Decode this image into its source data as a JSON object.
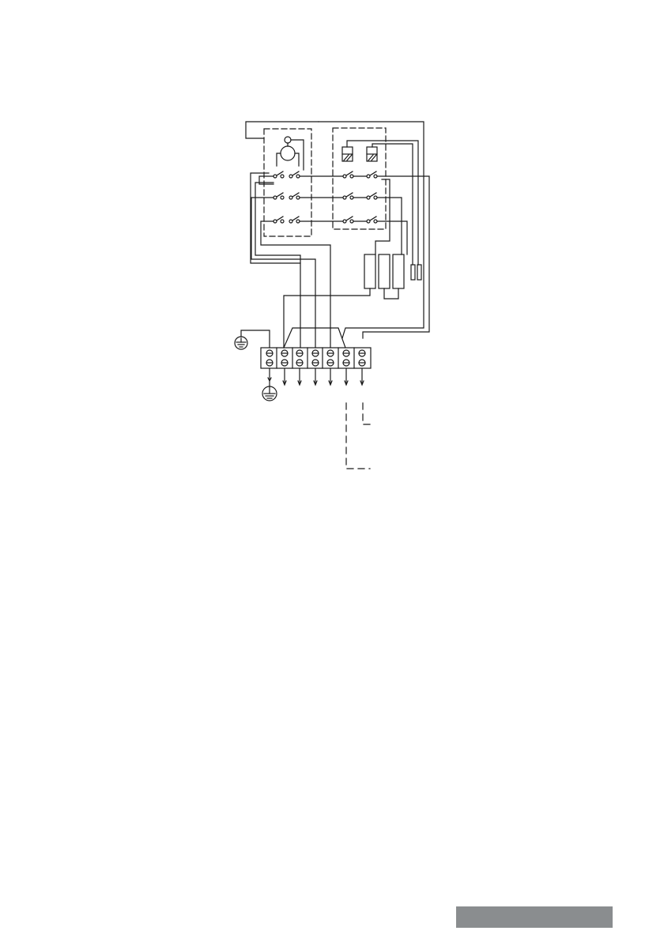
{
  "diagram": {
    "kind": "electrical wiring diagram",
    "components": [
      "motor",
      "thermostat-relay-left",
      "thermostat-relay-right",
      "heating-element",
      "heating-element",
      "heating-element",
      "temperature-sensor",
      "ground-terminal-block",
      "protective-earth",
      "terminal-block-8-way"
    ],
    "colors": {
      "line": "#1a1a1a",
      "page_tab": "#8a8d8f",
      "background": "#ffffff"
    }
  },
  "page_tab": {
    "label": ""
  }
}
